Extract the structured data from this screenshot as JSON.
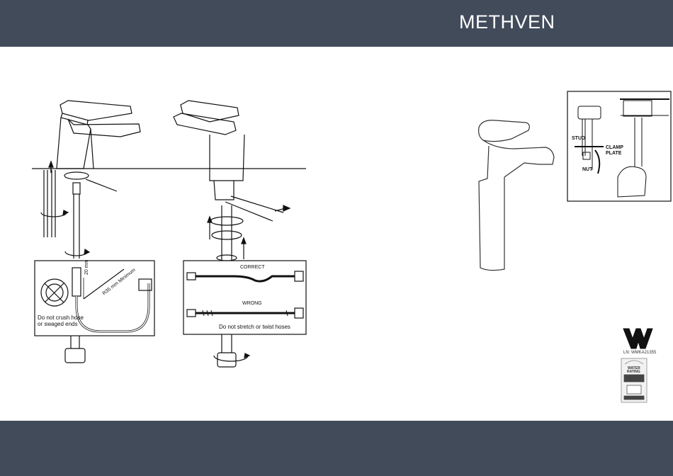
{
  "header": {
    "brand": "METHVEN"
  },
  "left_figure": {
    "inset_note": "Do not crush hose or swaged ends",
    "dim_vertical": "20 mm",
    "dim_radius": "R35 mm Minimum"
  },
  "middle_figure": {
    "correct_label": "CORRECT",
    "wrong_label": "WRONG",
    "hose_note": "Do not stretch or twist hoses"
  },
  "inset_right": {
    "stud": "STUD",
    "clamp_plate": "CLAMP PLATE",
    "nut": "NUT"
  },
  "certification": {
    "licence": "LN: WMKA21355",
    "water_rating_line1": "WATER",
    "water_rating_line2": "RATING"
  },
  "colors": {
    "header": "#414b5a",
    "footer": "#414b5a"
  }
}
